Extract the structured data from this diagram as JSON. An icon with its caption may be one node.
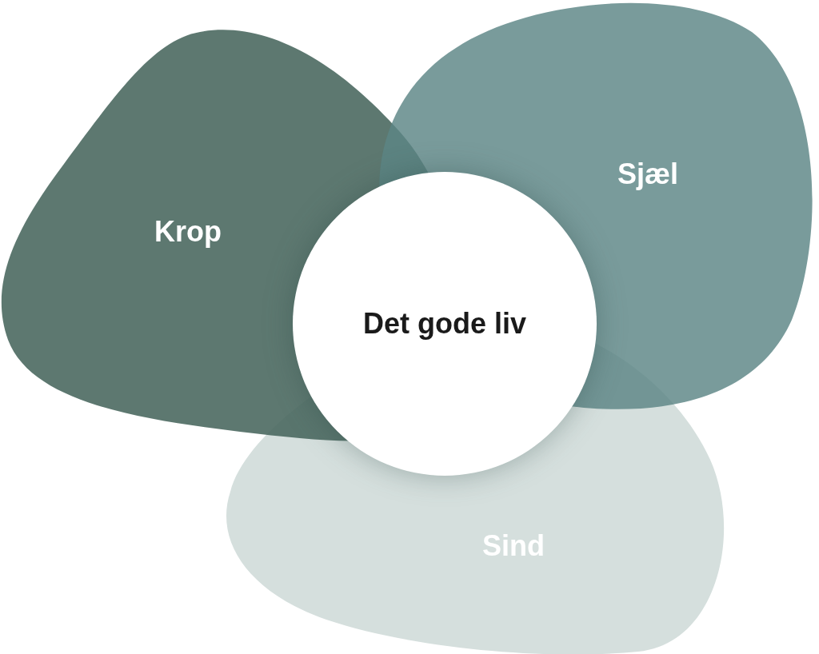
{
  "diagram": {
    "nodes": [
      {
        "text": [
          "Krop"
        ]
      },
      {
        "text": [
          "Sjæl"
        ]
      },
      {
        "text": [
          "Sind"
        ]
      },
      {
        "text": [
          "Det gode liv"
        ]
      }
    ]
  }
}
